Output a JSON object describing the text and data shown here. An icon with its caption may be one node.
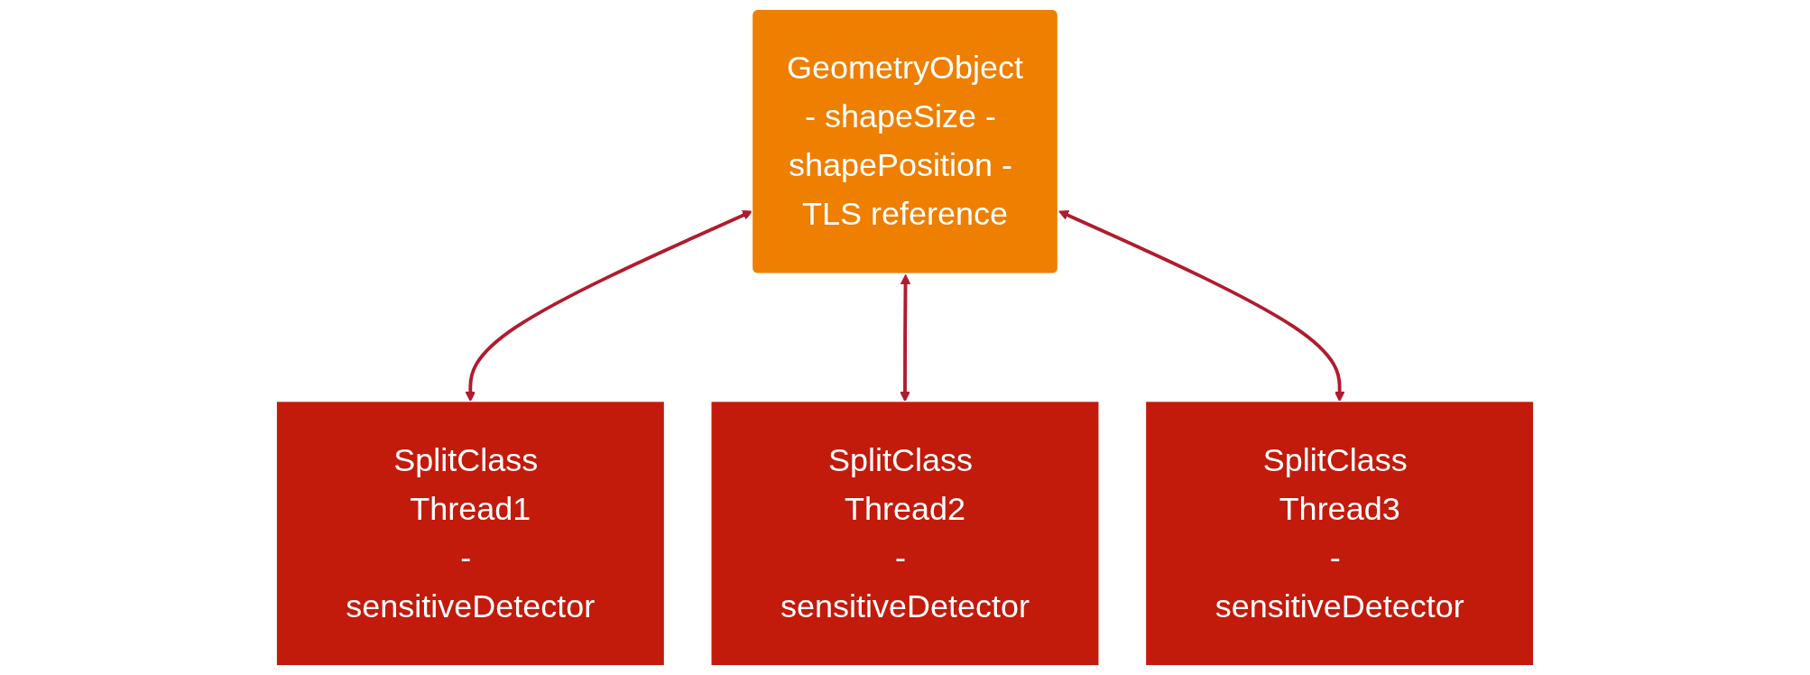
{
  "diagram": {
    "nodes": [
      {
        "text": [
          "GeometryObject",
          "- shapeSize - shapePosition - TLS reference"
        ]
      },
      {
        "text": [
          "SplitClass Thread1",
          "- sensitiveDetector"
        ]
      },
      {
        "text": [
          "SplitClass Thread2",
          "- sensitiveDetector"
        ]
      },
      {
        "text": [
          "SplitClass Thread3",
          "- sensitiveDetector"
        ]
      }
    ],
    "edges": [
      {
        "from": 0,
        "to": 1,
        "arrow": "both"
      },
      {
        "from": 0,
        "to": 2,
        "arrow": "both"
      },
      {
        "from": 0,
        "to": 3,
        "arrow": "both"
      }
    ]
  }
}
